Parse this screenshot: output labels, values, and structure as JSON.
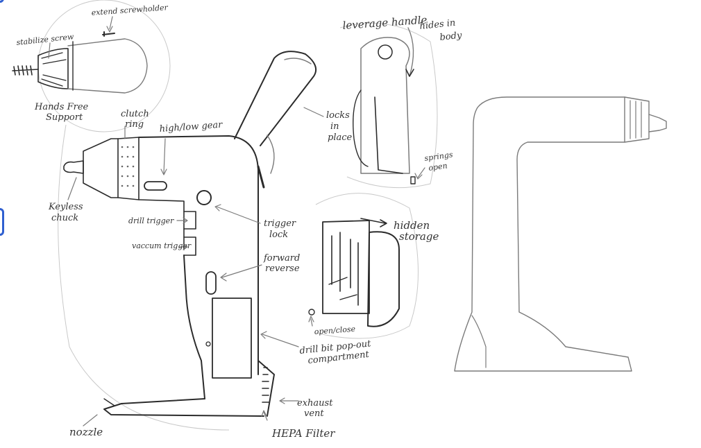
{
  "labels": {
    "stabilize_screw": "stabilize screw",
    "extend_screwholder": "extend screwholder",
    "hands_free_support": [
      "Hands Free",
      "Support"
    ],
    "clutch_ring": [
      "clutch",
      "ring"
    ],
    "high_low_gear": "high/low gear",
    "keyless_chuck": [
      "Keyless",
      "chuck"
    ],
    "drill_trigger": "drill trigger",
    "vacuum_trigger": "vaccum trigger",
    "trigger_lock": [
      "trigger",
      "lock"
    ],
    "forward_reverse": [
      "forward",
      "reverse"
    ],
    "drill_bit_compartment": [
      "drill bit pop-out",
      "compartment"
    ],
    "exhaust_vent": [
      "exhaust",
      "vent"
    ],
    "hepa_filter": "HEPA Filter",
    "nozzle": "nozzle",
    "leverage_handle": "leverage handle",
    "hides_in_body": [
      "hides in",
      "body"
    ],
    "locks_in_place": [
      "locks",
      "in",
      "place"
    ],
    "springs_open": [
      "springs",
      "open"
    ],
    "hidden_storage": [
      "hidden",
      "storage"
    ],
    "open_close": "open/close"
  }
}
